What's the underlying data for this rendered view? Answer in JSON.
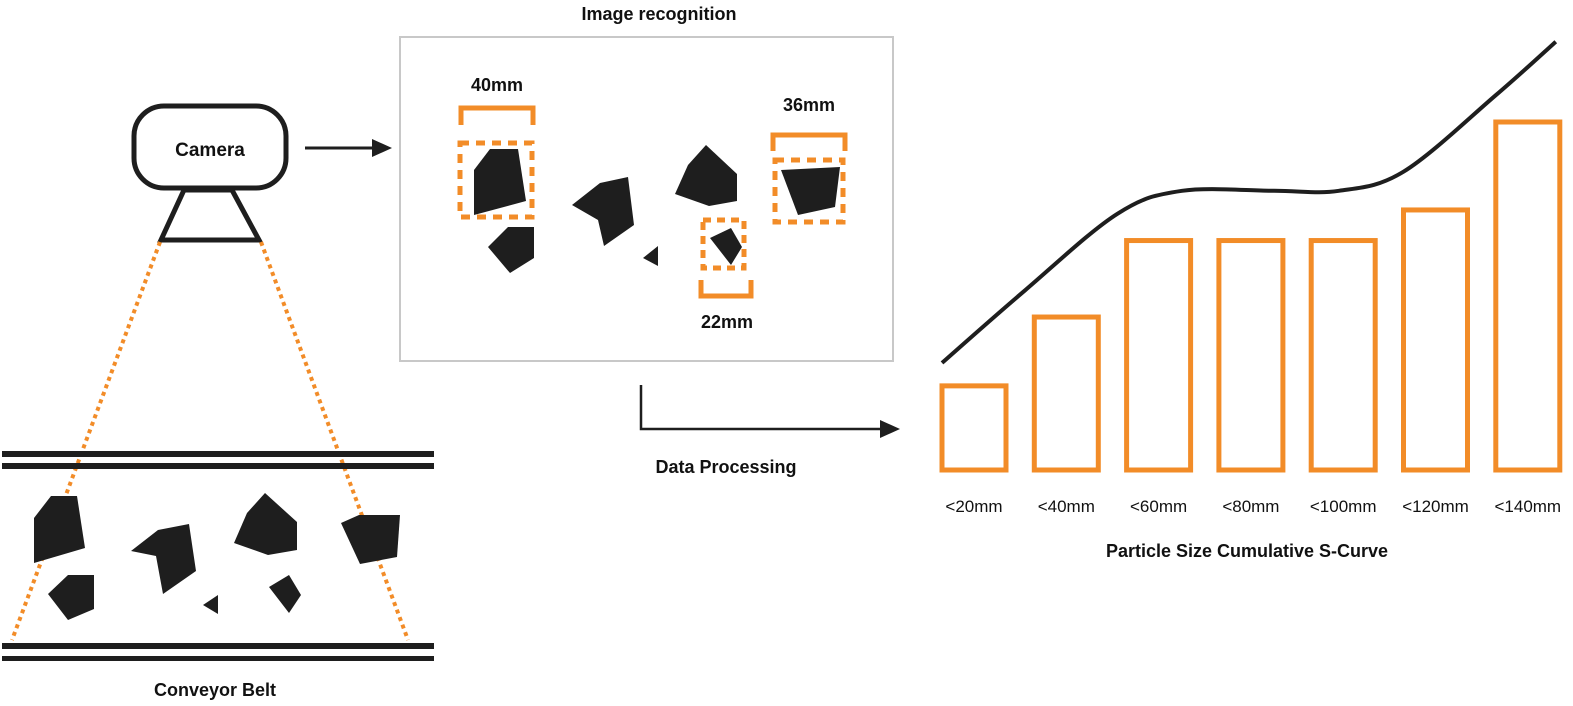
{
  "colors": {
    "accent": "#F28C28",
    "ink": "#1e1e1e",
    "frame": "#c8c8c8",
    "background": "#ffffff"
  },
  "camera": {
    "label": "Camera",
    "icon": "camera-icon"
  },
  "conveyor": {
    "label": "Conveyor Belt"
  },
  "recognition": {
    "title": "Image recognition",
    "measurements": [
      {
        "label": "40mm"
      },
      {
        "label": "36mm"
      },
      {
        "label": "22mm"
      }
    ]
  },
  "processing": {
    "label": "Data Processing"
  },
  "chart_data": {
    "type": "bar",
    "title": "Particle Size Cumulative S-Curve",
    "xlabel": "",
    "ylabel": "",
    "categories": [
      "<20mm",
      "<40mm",
      "<60mm",
      "<80mm",
      "<100mm",
      "<120mm",
      "<140mm"
    ],
    "values": [
      22,
      40,
      60,
      60,
      60,
      68,
      91
    ],
    "ylim": [
      0,
      100
    ],
    "grid": false,
    "curve": {
      "name": "S-curve",
      "x": [
        0,
        0.9,
        1.9,
        2.6,
        3.6,
        4.3,
        5.0,
        6.0,
        6.65
      ],
      "y": [
        28,
        47,
        67,
        73,
        73,
        73,
        78,
        98,
        112
      ]
    },
    "y_axis_visible": false
  }
}
